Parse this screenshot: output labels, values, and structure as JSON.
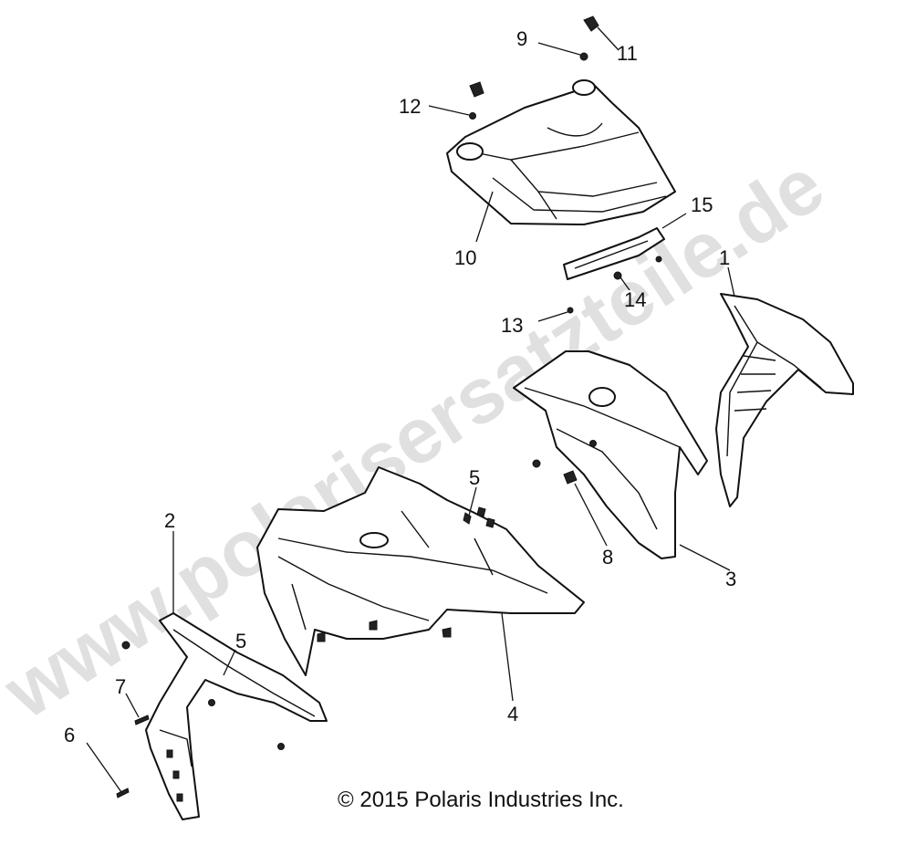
{
  "callouts": [
    "1",
    "2",
    "3",
    "4",
    "5",
    "5",
    "6",
    "7",
    "8",
    "9",
    "10",
    "11",
    "12",
    "13",
    "14",
    "15"
  ],
  "watermark": "www.polarisersatzteile.de",
  "copyright": "© 2015 Polaris Industries Inc."
}
